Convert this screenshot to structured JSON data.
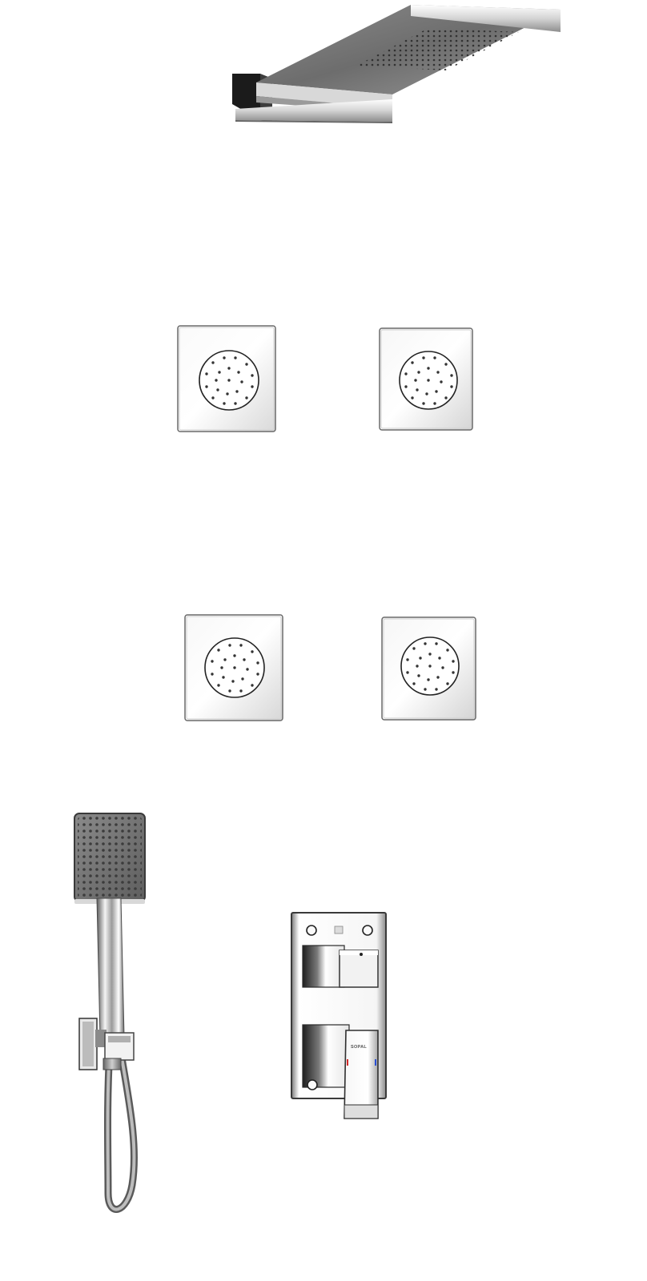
{
  "product_set": {
    "components": [
      {
        "name": "rain-shower-head",
        "shape": "rectangular-waterfall"
      },
      {
        "name": "body-jet",
        "count": 4,
        "shape": "square"
      },
      {
        "name": "hand-shower",
        "shape": "square"
      },
      {
        "name": "diverter-mixer",
        "shape": "rectangular"
      }
    ]
  },
  "diverter": {
    "brand_label": "SOPAL"
  },
  "colors": {
    "background": "#ffffff",
    "chrome_light": "#f4f4f4",
    "chrome_mid": "#b8b8b8",
    "chrome_dark": "#3a3a3a",
    "nozzle": "#4a4a4a",
    "hot_indicator": "#d42a2a",
    "cold_indicator": "#2a4fd4"
  }
}
